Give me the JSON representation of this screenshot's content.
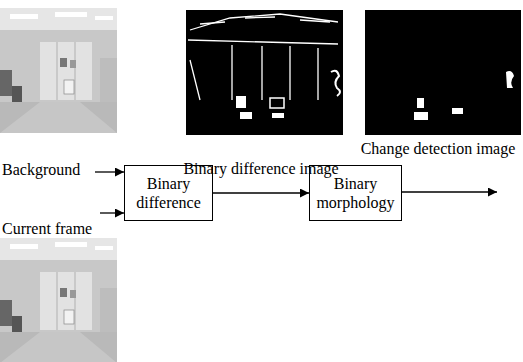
{
  "diagram": {
    "nodes": [
      {
        "text": [
          "Binary difference"
        ]
      },
      {
        "text": [
          "Binary morphology"
        ]
      }
    ],
    "edges": [
      {
        "from": 0,
        "to": 1,
        "arrow": "to",
        "label": "Binary difference image"
      }
    ],
    "labels": [
      "Background",
      "Current frame",
      "Change detection image"
    ]
  }
}
